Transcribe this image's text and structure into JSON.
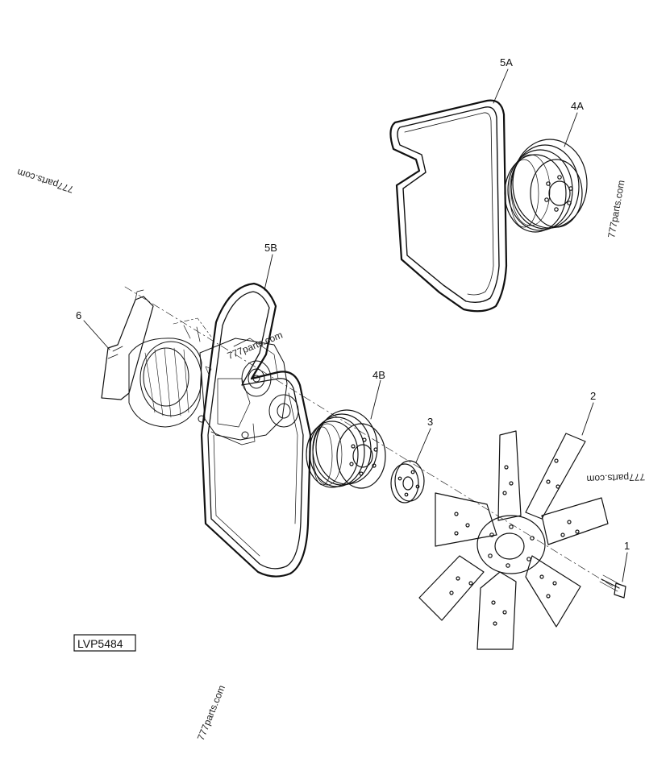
{
  "diagram": {
    "drawing_code": "LVP5484",
    "watermark": "777parts.com",
    "callouts": {
      "c1": "1",
      "c2": "2",
      "c3": "3",
      "c4a": "4A",
      "c4b": "4B",
      "c5a": "5A",
      "c5b": "5B",
      "c6": "6"
    }
  }
}
